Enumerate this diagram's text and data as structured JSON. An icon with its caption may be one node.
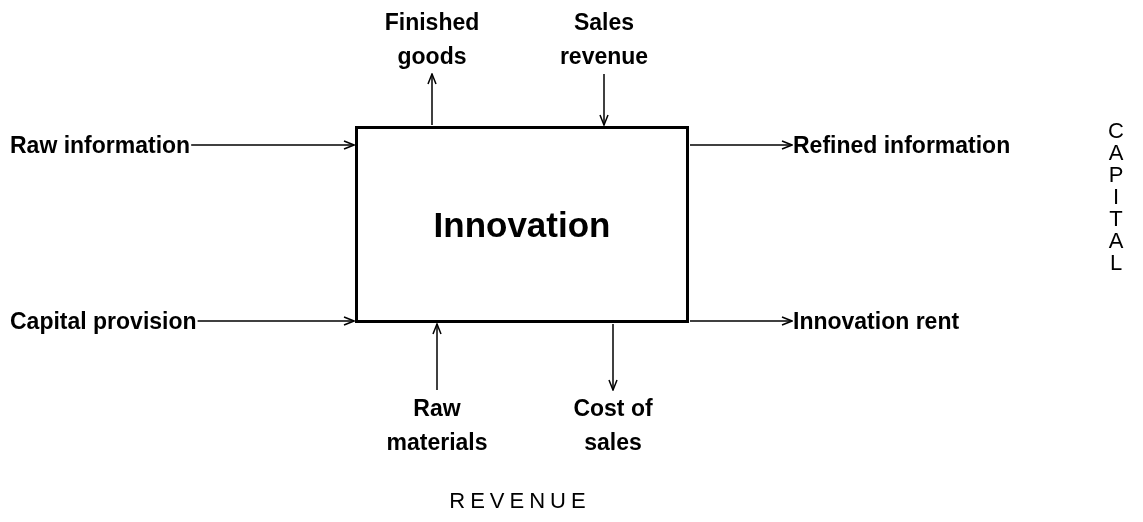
{
  "diagram": {
    "nodes": [
      {
        "text": [
          "Innovation"
        ]
      },
      {
        "text": [
          "Raw information"
        ]
      },
      {
        "text": [
          "Capital provision"
        ]
      },
      {
        "text": [
          "Finished goods"
        ]
      },
      {
        "text": [
          "Sales revenue"
        ]
      },
      {
        "text": [
          "Refined information"
        ]
      },
      {
        "text": [
          "Innovation rent"
        ]
      },
      {
        "text": [
          "Raw materials"
        ]
      },
      {
        "text": [
          "Cost of sales"
        ]
      }
    ],
    "edges": [
      {
        "from": 1,
        "to": 0,
        "arrow": "to"
      },
      {
        "from": 2,
        "to": 0,
        "arrow": "to"
      },
      {
        "from": 0,
        "to": 3,
        "arrow": "to"
      },
      {
        "from": 4,
        "to": 0,
        "arrow": "to"
      },
      {
        "from": 0,
        "to": 5,
        "arrow": "to"
      },
      {
        "from": 0,
        "to": 6,
        "arrow": "to"
      },
      {
        "from": 7,
        "to": 0,
        "arrow": "to"
      },
      {
        "from": 0,
        "to": 8,
        "arrow": "to"
      }
    ],
    "labels": [
      "CAPITAL",
      "REVENUE"
    ]
  }
}
